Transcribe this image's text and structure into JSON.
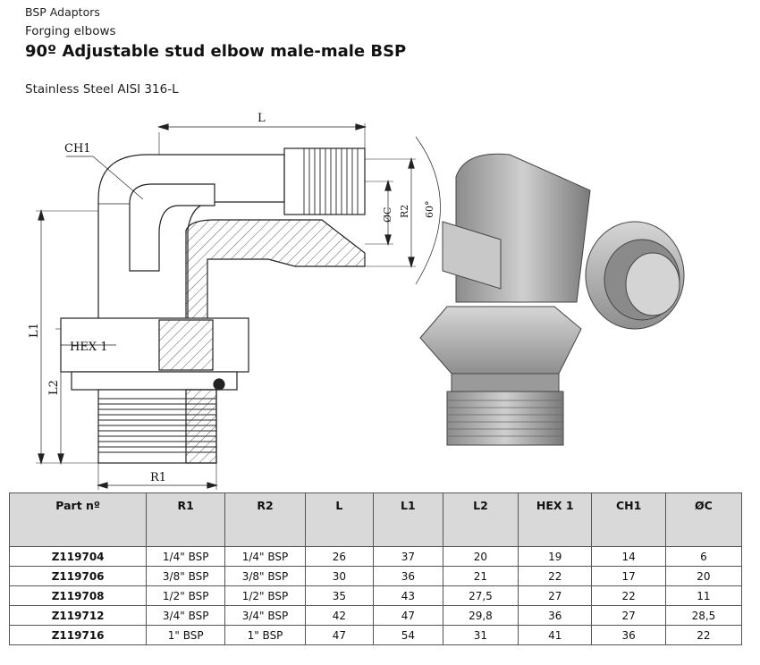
{
  "header": {
    "breadcrumb": "BSP Adaptors",
    "category": "Forging elbows",
    "title": "90º Adjustable stud elbow male-male BSP",
    "material": "Stainless Steel AISI 316-L"
  },
  "drawing": {
    "labels": {
      "L": "L",
      "CH1": "CH1",
      "C": "ØC",
      "R2": "R2",
      "angle": "60°",
      "L1": "L1",
      "L2": "L2",
      "HEX1": "HEX 1",
      "R1": "R1"
    }
  },
  "table": {
    "columns": [
      "Part nº",
      "R1",
      "R2",
      "L",
      "L1",
      "L2",
      "HEX 1",
      "CH1",
      "ØC"
    ],
    "rows": [
      [
        "Z119704",
        "1/4\" BSP",
        "1/4\" BSP",
        "26",
        "37",
        "20",
        "19",
        "14",
        "6"
      ],
      [
        "Z119706",
        "3/8\" BSP",
        "3/8\" BSP",
        "30",
        "36",
        "21",
        "22",
        "17",
        "20"
      ],
      [
        "Z119708",
        "1/2\" BSP",
        "1/2\" BSP",
        "35",
        "43",
        "27,5",
        "27",
        "22",
        "11"
      ],
      [
        "Z119712",
        "3/4\" BSP",
        "3/4\" BSP",
        "42",
        "47",
        "29,8",
        "36",
        "27",
        "28,5"
      ],
      [
        "Z119716",
        "1\" BSP",
        "1\" BSP",
        "47",
        "54",
        "31",
        "41",
        "36",
        "22"
      ]
    ]
  },
  "colors": {
    "header_bg": "#d9d9d9",
    "border": "#555555",
    "metal": "#a8a8a8"
  }
}
